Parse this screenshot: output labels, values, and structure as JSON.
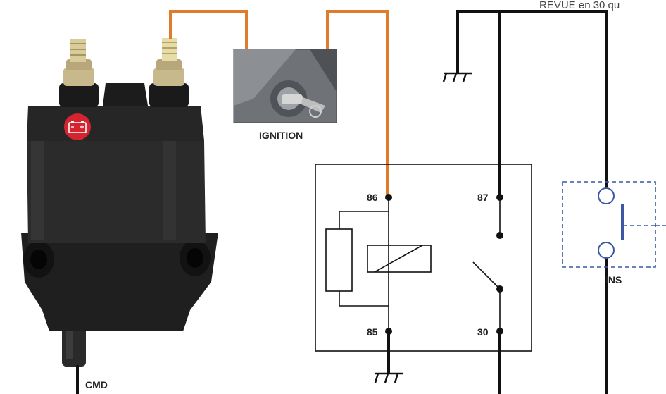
{
  "header_text": "REVUE en 30 qu",
  "labels": {
    "ignition": "IGNITION",
    "pin_86": "86",
    "pin_87": "87",
    "pin_85": "85",
    "pin_30": "30",
    "ins": "INS",
    "cmd": "CMD"
  },
  "icons": {
    "battery_badge": "battery-icon",
    "ignition_photo": "ignition-key-icon",
    "ground": "ground-icon",
    "solenoid": "battery-solenoid-icon"
  },
  "colors": {
    "wire_orange": "#e07b2c",
    "wire_black": "#111111",
    "switch_dashed": "#3b57a5",
    "badge_red": "#d3242f"
  }
}
